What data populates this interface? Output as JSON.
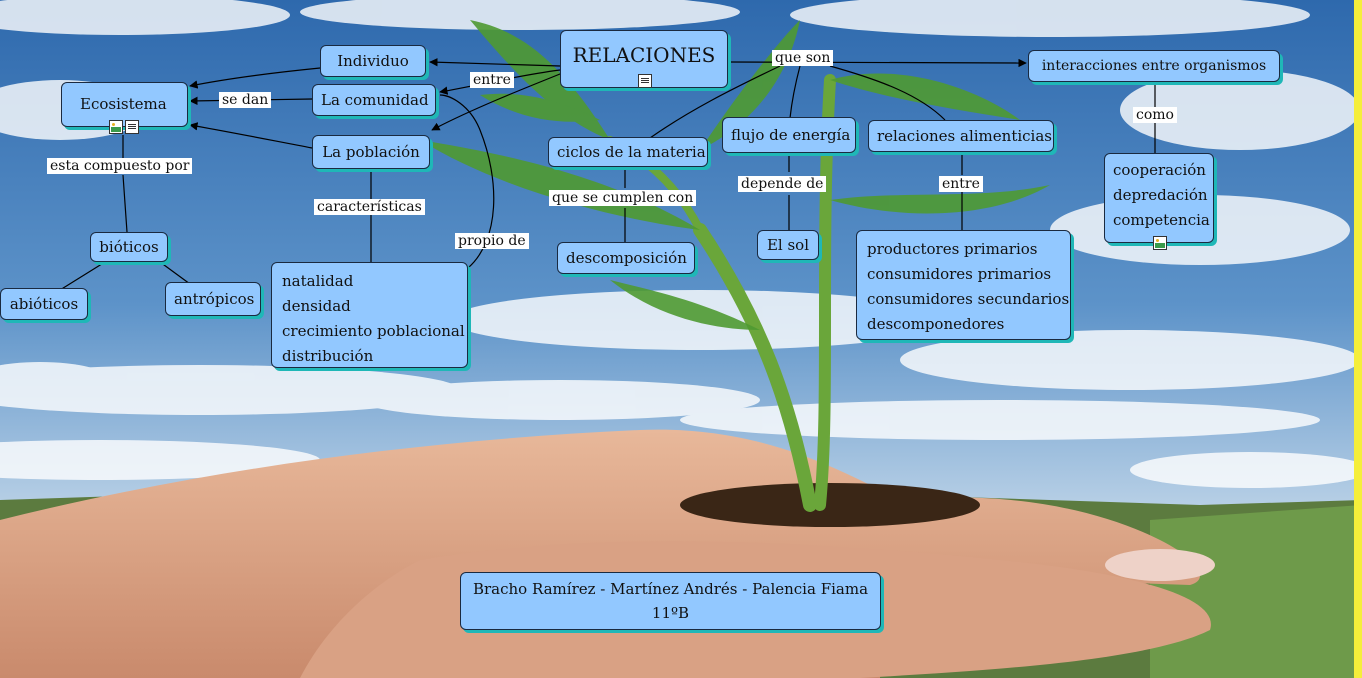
{
  "title": "RELACIONES",
  "nodes": {
    "relaciones": "RELACIONES",
    "individuo": "Individuo",
    "comunidad": "La comunidad",
    "poblacion": "La población",
    "ecosistema": "Ecosistema",
    "bioticos": "bióticos",
    "abioticos": "abióticos",
    "antropicos": "antrópicos",
    "ciclos": "ciclos de la materia",
    "descomposicion": "descomposición",
    "flujo": "flujo de energía",
    "sol": "El sol",
    "alimenticias": "relaciones alimenticias",
    "interacciones": "interacciones entre organismos",
    "caracteristicas_list": [
      "natalidad",
      "densidad",
      "crecimiento poblacional",
      "distribución"
    ],
    "alimenticias_list": [
      "productores primarios",
      "consumidores primarios",
      "consumidores secundarios",
      "descomponedores"
    ],
    "interacciones_list": [
      "cooperación",
      "depredación",
      "competencia"
    ],
    "authors": "Bracho Ramírez - Martínez Andrés - Palencia Fiama",
    "grade": "11ºB"
  },
  "labels": {
    "entre": "entre",
    "se_dan": "se dan",
    "que_son": "que son",
    "como": "como",
    "esta_compuesto_por": "esta compuesto por",
    "caracteristicas": "características",
    "propio_de": "propio de",
    "que_se_cumplen_con": "que se cumplen con",
    "depende_de": "depende de",
    "entre2": "entre"
  },
  "colors": {
    "node_fill": "#92c8ff",
    "node_shadow": "#1fb7b7",
    "sky_top": "#2f6bb0",
    "sky_bottom": "#cfe0ef",
    "side_strip": "#f5ee3a"
  },
  "icons": [
    "image-icon",
    "note-icon"
  ]
}
